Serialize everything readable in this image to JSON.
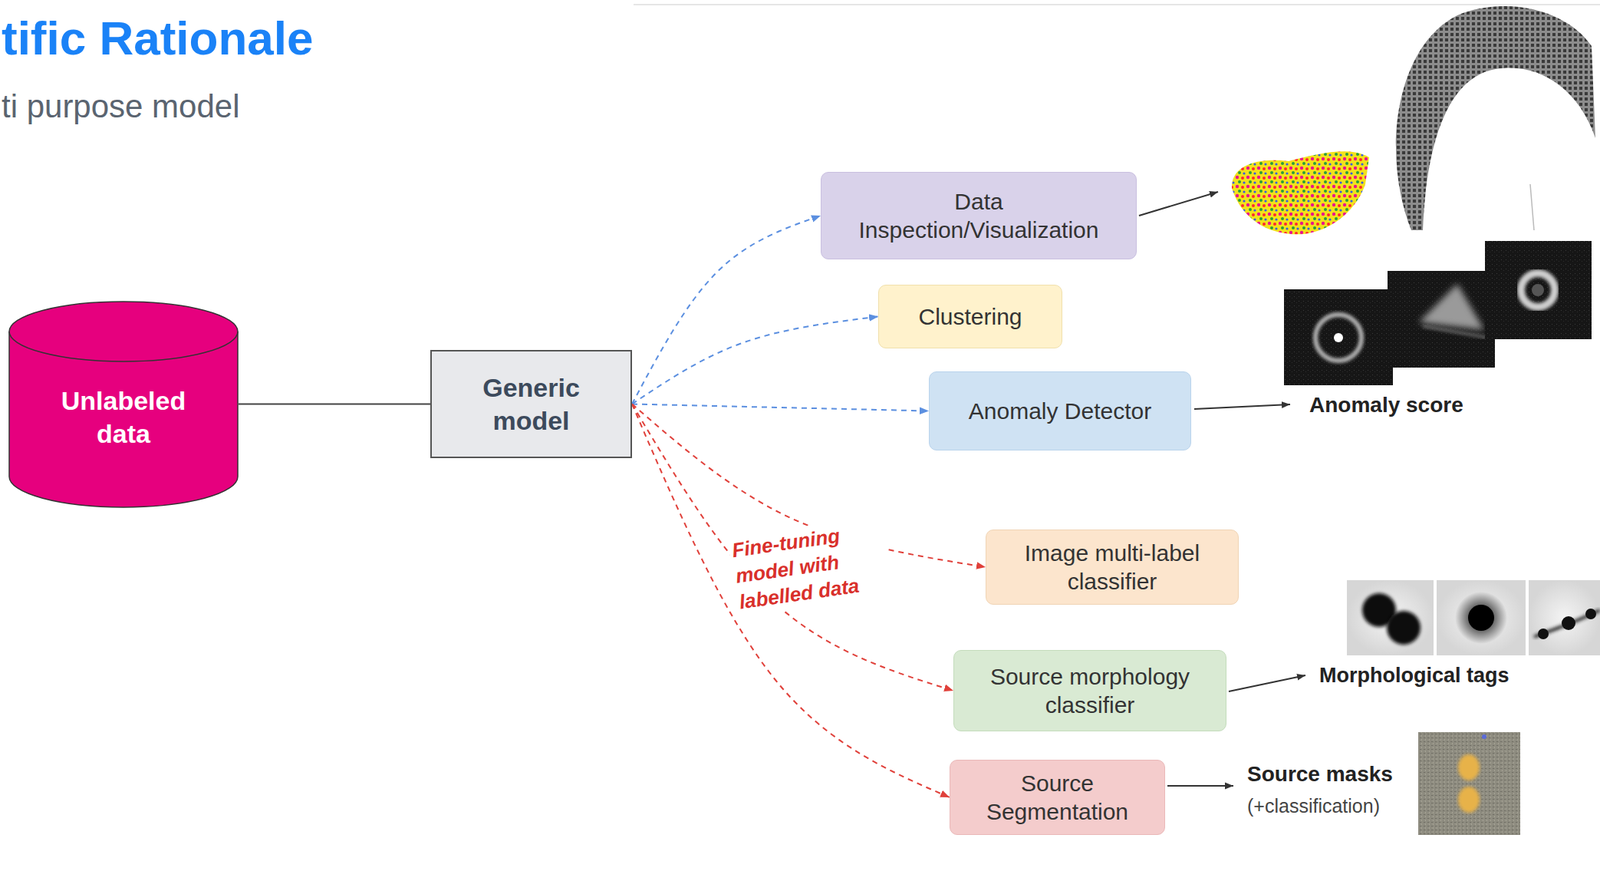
{
  "diagram": {
    "title": "tific Rationale",
    "nodes": [
      {
        "text": [
          "Unlabeled data"
        ]
      },
      {
        "text": [
          "Generic model"
        ]
      },
      {
        "text": [
          "Data Inspection/Visualization"
        ]
      },
      {
        "text": [
          "Clustering"
        ]
      },
      {
        "text": [
          "Anomaly Detector"
        ]
      },
      {
        "text": [
          "Image multi-label classifier"
        ]
      },
      {
        "text": [
          "Source morphology classifier"
        ]
      },
      {
        "text": [
          "Source Segmentation"
        ]
      }
    ],
    "edges": [
      {
        "from": 0,
        "to": 1,
        "arrow": "none"
      },
      {
        "from": 1,
        "to": 2,
        "arrow": "to"
      },
      {
        "from": 1,
        "to": 3,
        "arrow": "to"
      },
      {
        "from": 1,
        "to": 4,
        "arrow": "to"
      },
      {
        "from": 1,
        "to": 5,
        "arrow": "to"
      },
      {
        "from": 1,
        "to": 6,
        "arrow": "to"
      },
      {
        "from": 1,
        "to": 7,
        "arrow": "to"
      }
    ],
    "labels": [
      "ti purpose model",
      "Fine-tuning model with labelled data",
      "Anomaly score",
      "Morphological tags",
      "Source masks",
      "(+classification)"
    ]
  }
}
